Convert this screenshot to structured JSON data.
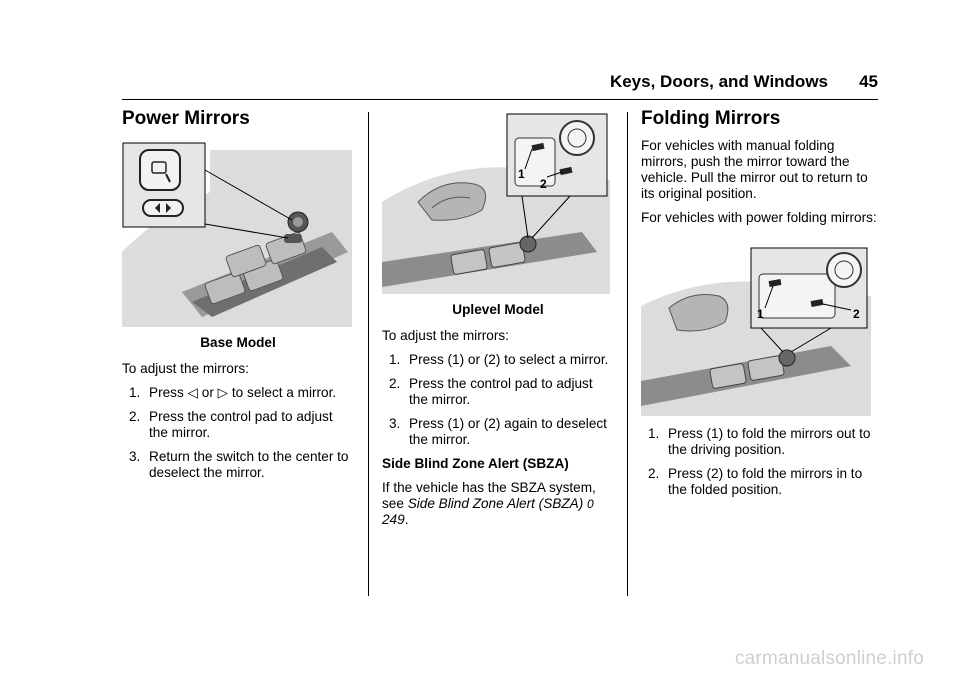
{
  "header": {
    "title": "Keys, Doors, and Windows",
    "page": "45"
  },
  "left": {
    "heading": "Power Mirrors",
    "figure_alt": "Base Model door switch illustration",
    "caption": "Base Model",
    "intro": "To adjust the mirrors:",
    "steps": [
      {
        "num": "1.",
        "pre": "Press",
        "icon1": "◁",
        "mid": "or",
        "icon2": "▷",
        "post": "to select a mirror."
      },
      {
        "num": "2.",
        "text": "Press the control pad to adjust the mirror."
      },
      {
        "num": "3.",
        "text": "Return the switch to the center to deselect the mirror."
      }
    ]
  },
  "middle": {
    "figure_callouts": [
      "1",
      "2"
    ],
    "caption": "Uplevel Model",
    "intro": "To adjust the mirrors:",
    "steps": [
      {
        "num": "1.",
        "text": "Press (1) or (2) to select a mirror."
      },
      {
        "num": "2.",
        "text": "Press the control pad to adjust the mirror."
      },
      {
        "num": "3.",
        "text": "Press (1) or (2) again to deselect the mirror."
      }
    ],
    "note_heading": "Side Blind Zone Alert (SBZA)",
    "note_text_pre": "If the vehicle has the SBZA system, see",
    "note_link": "Side Blind Zone Alert (SBZA)",
    "note_ref_icon": "0",
    "note_ref_page": "249",
    "note_text_post": "."
  },
  "right": {
    "heading": "Folding Mirrors",
    "para1": "For vehicles with manual folding mirrors, push the mirror toward the vehicle. Pull the mirror out to return to its original position.",
    "para2": "For vehicles with power folding mirrors:",
    "figure_callouts": [
      "1",
      "2"
    ],
    "steps": [
      {
        "num": "1.",
        "text": "Press (1) to fold the mirrors out to the driving position."
      },
      {
        "num": "2.",
        "text": "Press (2) to fold the mirrors in to the folded position."
      }
    ]
  },
  "watermark": "carmanualsonline.info"
}
